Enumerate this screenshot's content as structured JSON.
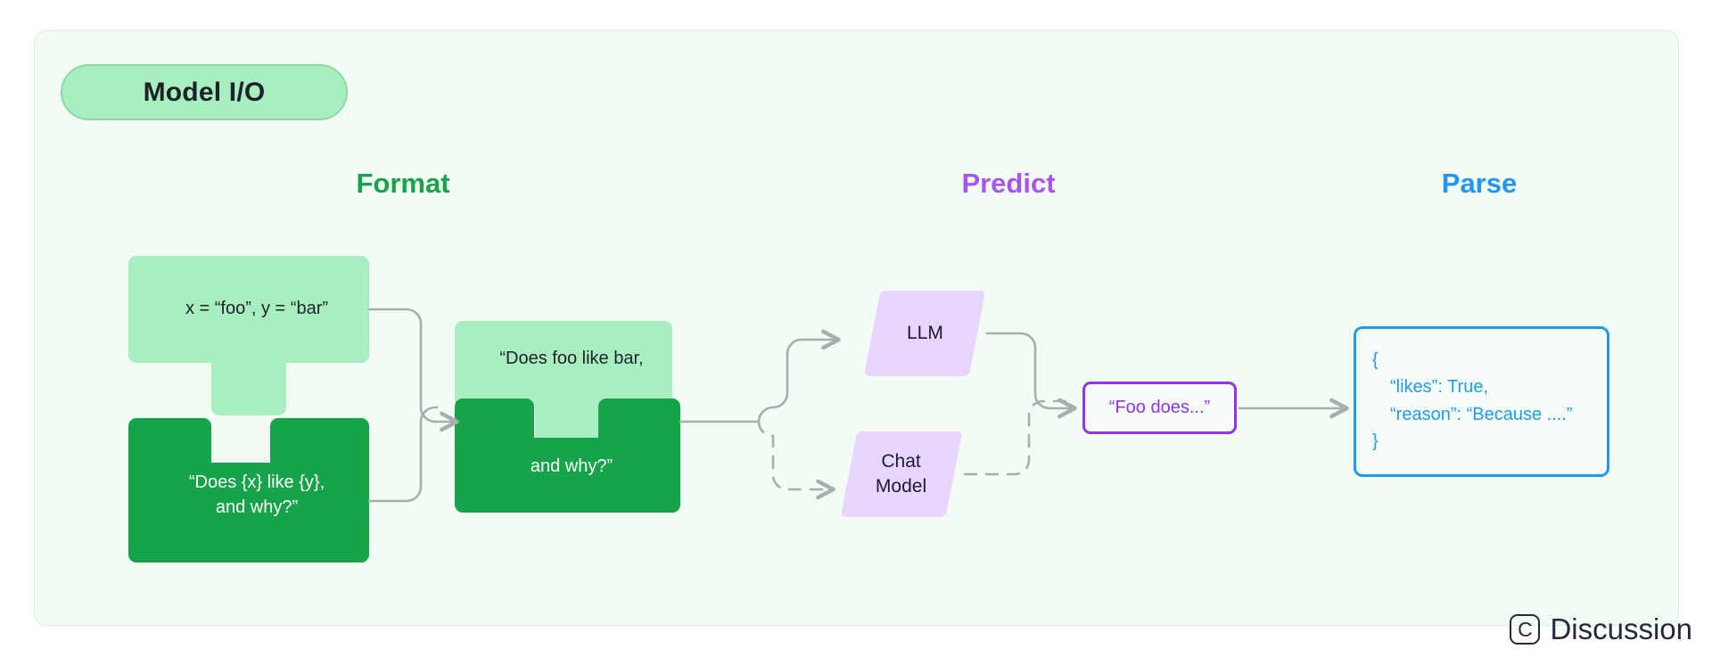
{
  "panel": {
    "title": "Model I/O",
    "background": "#f2fbf4",
    "border_color": "#d8efdd"
  },
  "headings": [
    {
      "id": "format",
      "label": "Format",
      "color": "#16a34a"
    },
    {
      "id": "predict",
      "label": "Predict",
      "color": "#a855f7"
    },
    {
      "id": "parse",
      "label": "Parse",
      "color": "#2196f3"
    }
  ],
  "format": {
    "input_values": {
      "text": "x = “foo”, y = “bar”",
      "fill": "#a8eec1",
      "text_color": "#1d2228"
    },
    "prompt_template": {
      "text": "“Does {x} like {y},\nand why?”",
      "fill": "#16a34a",
      "text_color": "#ffffff"
    },
    "merged_prompt": {
      "top_text": "“Does foo like bar,",
      "bottom_text": "and why?”",
      "top_fill": "#a8eec1",
      "bottom_fill": "#16a34a"
    }
  },
  "predict": {
    "models": [
      {
        "id": "llm",
        "label": "LLM",
        "fill": "#e9d5ff",
        "line_style": "solid"
      },
      {
        "id": "chat",
        "label": "Chat\nModel",
        "fill": "#e9d5ff",
        "line_style": "dashed"
      }
    ],
    "output_chip": {
      "text": "“Foo does...”",
      "border_color": "#9333ea",
      "text_color": "#9333ea"
    }
  },
  "parse": {
    "json_card": {
      "border_color": "#1e9bf0",
      "text_color": "#1e9bf0",
      "lines": [
        "{",
        "“likes”: True,",
        "“reason”: “Because ....”",
        "}"
      ]
    }
  },
  "watermark": {
    "logo_letter": "C",
    "label": "Discussion"
  },
  "colors": {
    "connector": "#a8aeae",
    "light_green": "#a8eec1",
    "dark_green": "#16a34a",
    "purple_fill": "#e9d5ff",
    "purple_line": "#9333ea",
    "blue": "#1e9bf0",
    "canvas": "#f2fbf4"
  }
}
